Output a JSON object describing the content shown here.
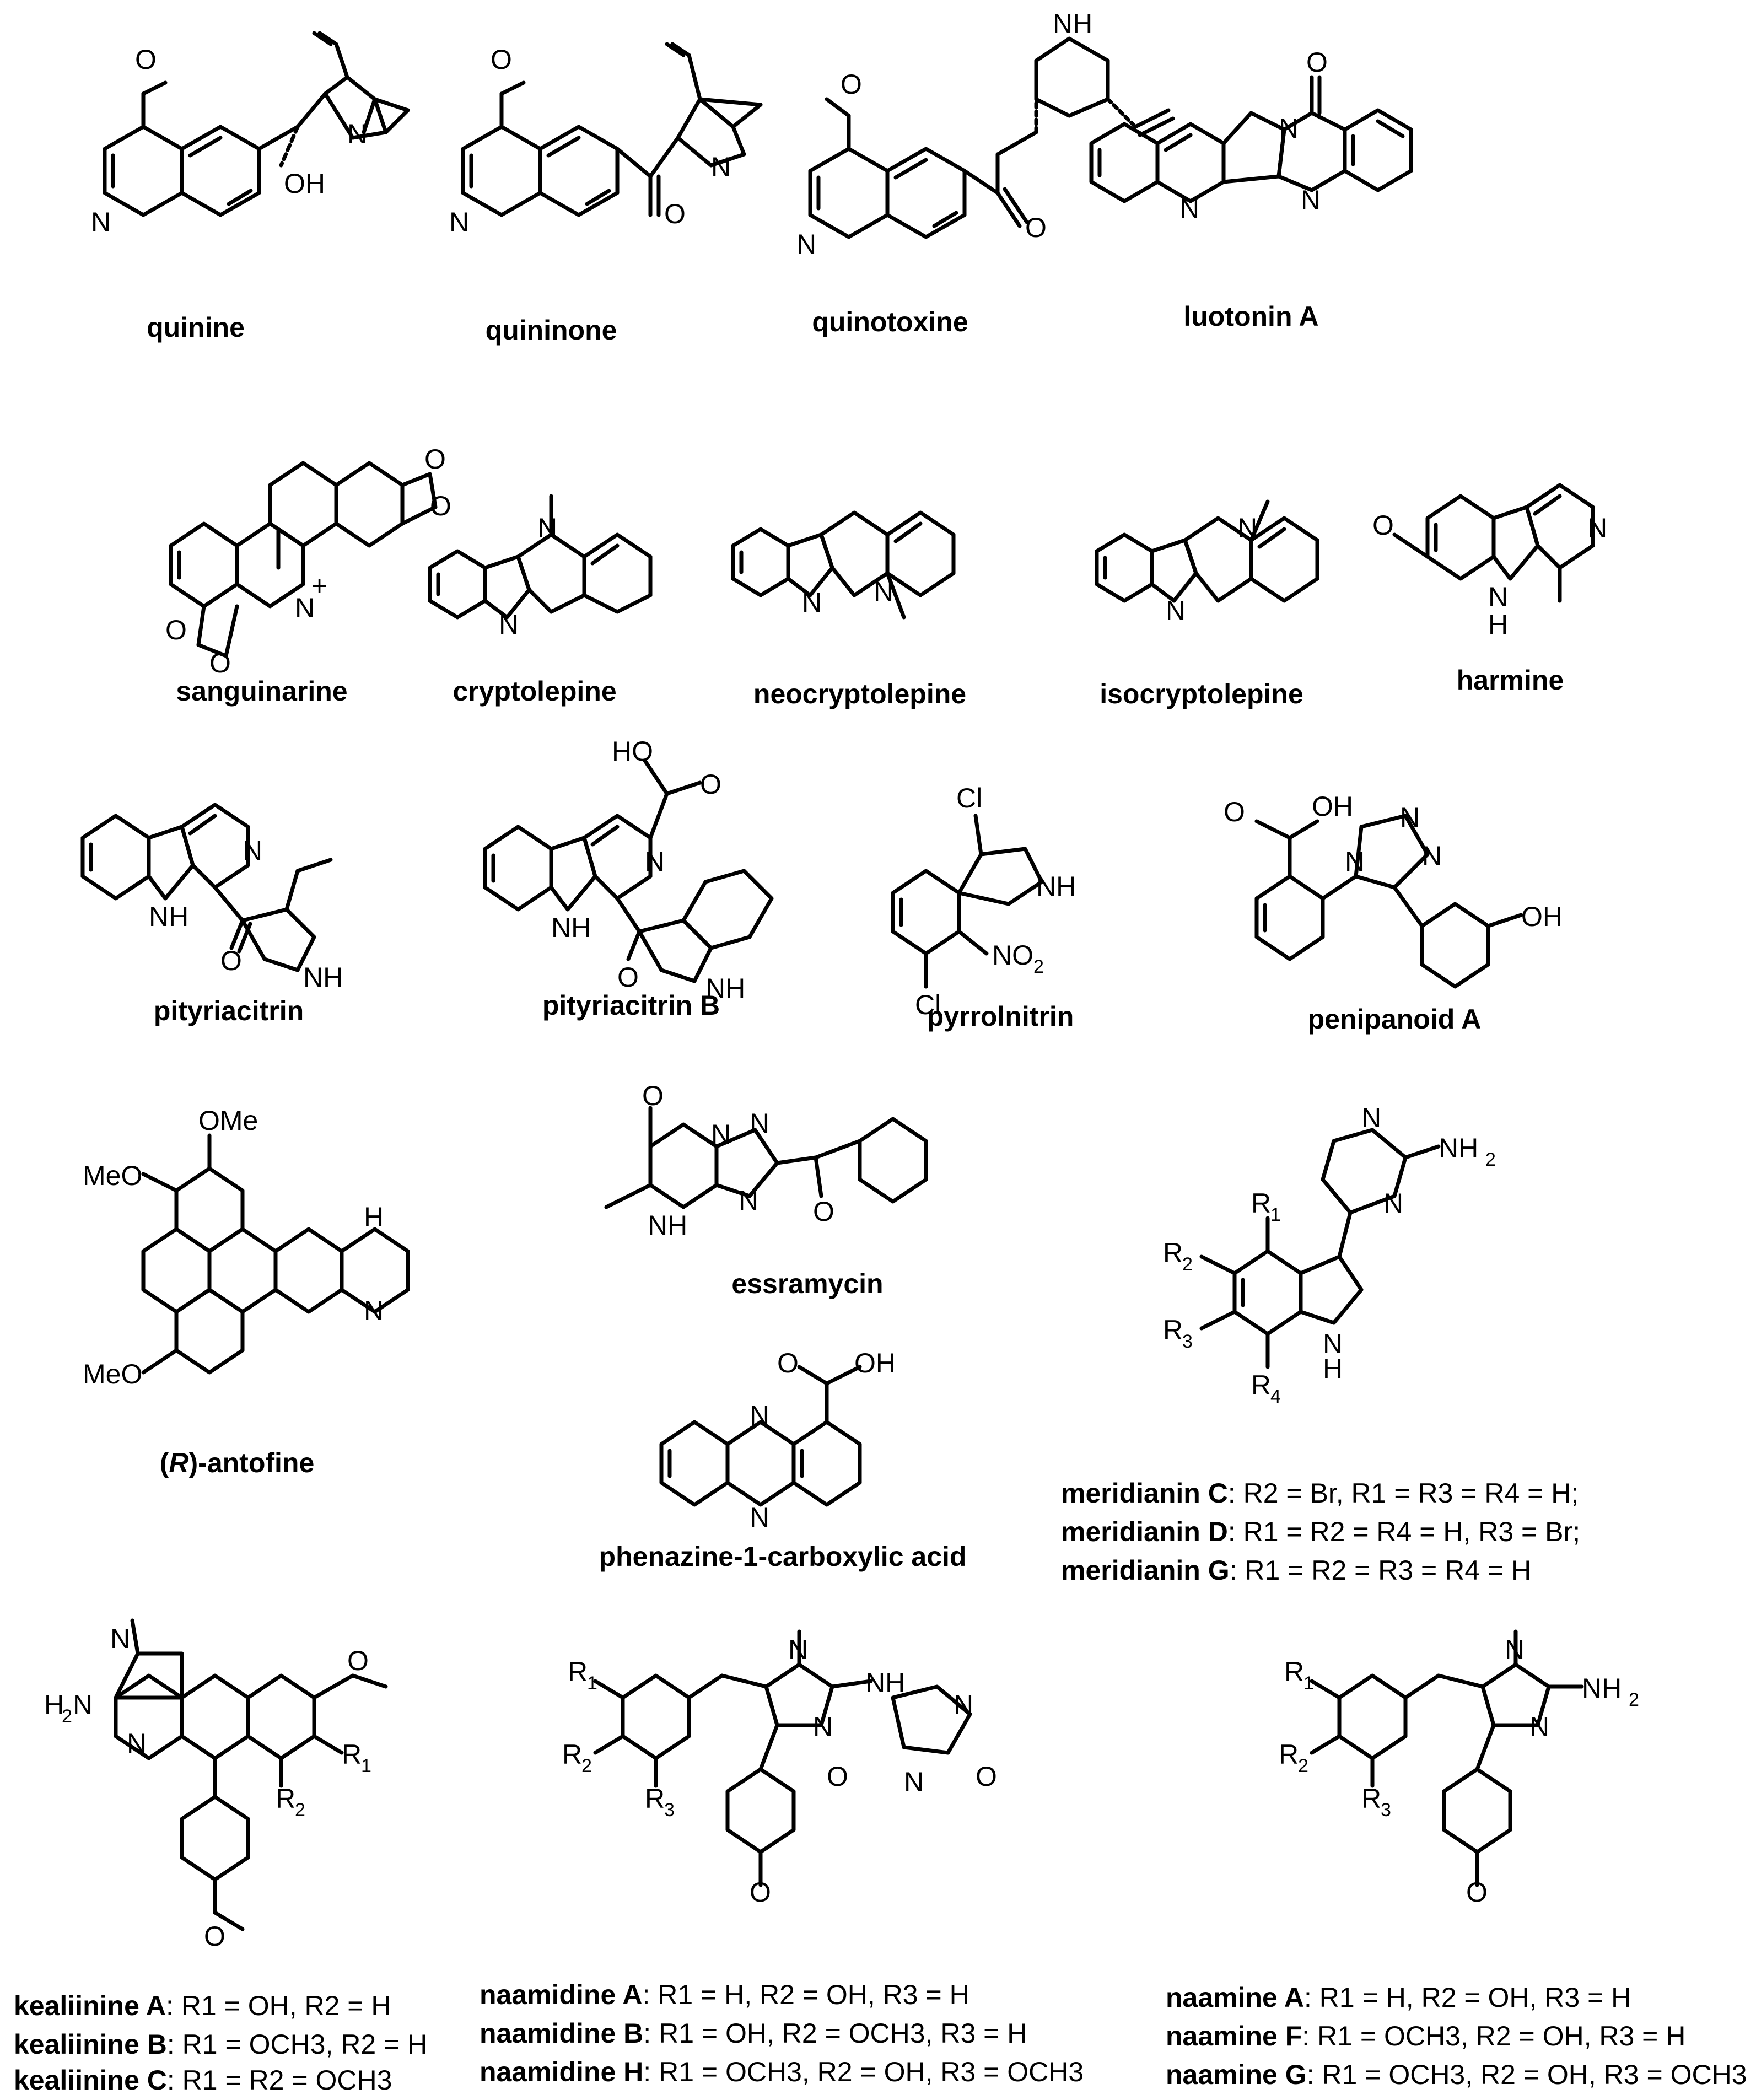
{
  "figure": {
    "names": {
      "quinine": "quinine",
      "quininone": "quininone",
      "quinotoxine": "quinotoxine",
      "luotonin_a": "luotonin A",
      "sanguinarine": "sanguinarine",
      "cryptolepine": "cryptolepine",
      "neocryptolepine": "neocryptolepine",
      "isocryptolepine": "isocryptolepine",
      "harmine": "harmine",
      "pityriacitrin": "pityriacitrin",
      "pityriacitrin_b": "pityriacitrin B",
      "pyrrolnitrin": "pyrrolnitrin",
      "penipanoid_a": "penipanoid A",
      "antofine_prefix": "(",
      "antofine_r": "R",
      "antofine_suffix": ")-antofine",
      "essramycin": "essramycin",
      "phenazine": "phenazine-1-carboxylic acid"
    },
    "meridianin": [
      {
        "name": "meridianin C",
        "rest": ": R2 = Br, R1 = R3 = R4 = H;"
      },
      {
        "name": "meridianin D",
        "rest": ": R1 = R2 = R4 = H, R3 = Br;"
      },
      {
        "name": "meridianin G",
        "rest": ": R1 = R2 = R3 = R4 = H"
      }
    ],
    "kealiinine": [
      {
        "name": "kealiinine A",
        "rest": ": R1 = OH, R2 = H"
      },
      {
        "name": "kealiinine B",
        "rest": ": R1 = OCH3, R2 = H"
      },
      {
        "name": "kealiinine C",
        "rest": ": R1 = R2 = OCH3"
      }
    ],
    "naamidine": [
      {
        "name": "naamidine A",
        "rest": ": R1 = H, R2 = OH, R3 = H"
      },
      {
        "name": "naamidine B",
        "rest": ": R1 = OH, R2 = OCH3, R3 = H"
      },
      {
        "name": "naamidine H",
        "rest": ": R1 = OCH3, R2 = OH, R3 = OCH3"
      }
    ],
    "naamine": [
      {
        "name": "naamine A",
        "rest": ": R1 = H, R2 = OH, R3 = H"
      },
      {
        "name": "naamine F",
        "rest": ": R1 = OCH3, R2 = OH, R3 = H"
      },
      {
        "name": "naamine G",
        "rest": ": R1 = OCH3, R2 = OH, R3 = OCH3"
      }
    ],
    "atoms": {
      "N": "N",
      "NH": "NH",
      "H": "H",
      "O": "O",
      "OH": "OH",
      "Cl": "Cl",
      "HO": "HO",
      "OMe": "OMe",
      "MeO": "MeO",
      "NH2": "NH",
      "two": "2",
      "NO2": "NO",
      "H2N": "H",
      "plus": "+",
      "R": "R",
      "one": "1",
      "three": "3",
      "four": "4"
    }
  }
}
